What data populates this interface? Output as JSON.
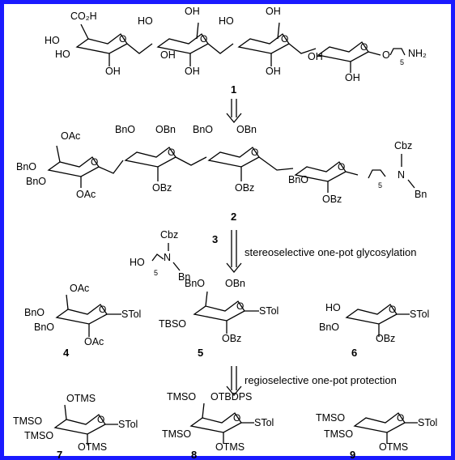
{
  "border_color": "#1a1aff",
  "compounds": {
    "c1": {
      "number": "1",
      "groups": {
        "co2h": "CO₂H",
        "oh_a": "OH",
        "ho_a": "HO",
        "ho_b": "HO",
        "oh_b": "OH",
        "oh_c": "OH",
        "oh_d": "OH",
        "oh_e": "OH",
        "oh_f": "OH",
        "ho_c": "HO",
        "oh_g": "OH",
        "ho_d": "HO",
        "oh_h": "OH",
        "linker": "O",
        "nh2": "NH₂",
        "sub": "5"
      }
    },
    "c2": {
      "number": "2",
      "groups": {
        "oac_a": "OAc",
        "bno_a": "BnO",
        "bno_b": "BnO",
        "oac_b": "OAc",
        "bno_c": "BnO",
        "obn_a": "OBn",
        "obz_a": "OBz",
        "bno_d": "BnO",
        "obn_b": "OBn",
        "obz_b": "OBz",
        "bno_e": "BnO",
        "obz_c": "OBz",
        "cbz": "Cbz",
        "n": "N",
        "bn": "Bn",
        "sub": "5"
      }
    },
    "c3": {
      "number": "3",
      "groups": {
        "cbz": "Cbz",
        "ho": "HO",
        "n": "N",
        "bn": "Bn",
        "sub": "5"
      }
    },
    "c4": {
      "number": "4",
      "groups": {
        "oac_a": "OAc",
        "bno_a": "BnO",
        "bno_b": "BnO",
        "stol": "STol",
        "oac_b": "OAc"
      }
    },
    "c5": {
      "number": "5",
      "groups": {
        "bno": "BnO",
        "obn": "OBn",
        "tbso": "TBSO",
        "stol": "STol",
        "obz": "OBz"
      }
    },
    "c6": {
      "number": "6",
      "groups": {
        "ho": "HO",
        "bno": "BnO",
        "stol": "STol",
        "obz": "OBz"
      }
    },
    "c7": {
      "number": "7",
      "groups": {
        "otms_a": "OTMS",
        "tmso_a": "TMSO",
        "tmso_b": "TMSO",
        "stol": "STol",
        "otms_b": "OTMS"
      }
    },
    "c8": {
      "number": "8",
      "groups": {
        "tmso_a": "TMSO",
        "otbdps": "OTBDPS",
        "tmso_b": "TMSO",
        "stol": "STol",
        "otms": "OTMS"
      }
    },
    "c9": {
      "number": "9",
      "groups": {
        "tmso_a": "TMSO",
        "tmso_b": "TMSO",
        "stol": "STol",
        "otms": "OTMS"
      }
    }
  },
  "steps": {
    "glycosylation": "stereoselective one-pot glycosylation",
    "protection": "regioselective one-pot protection"
  }
}
